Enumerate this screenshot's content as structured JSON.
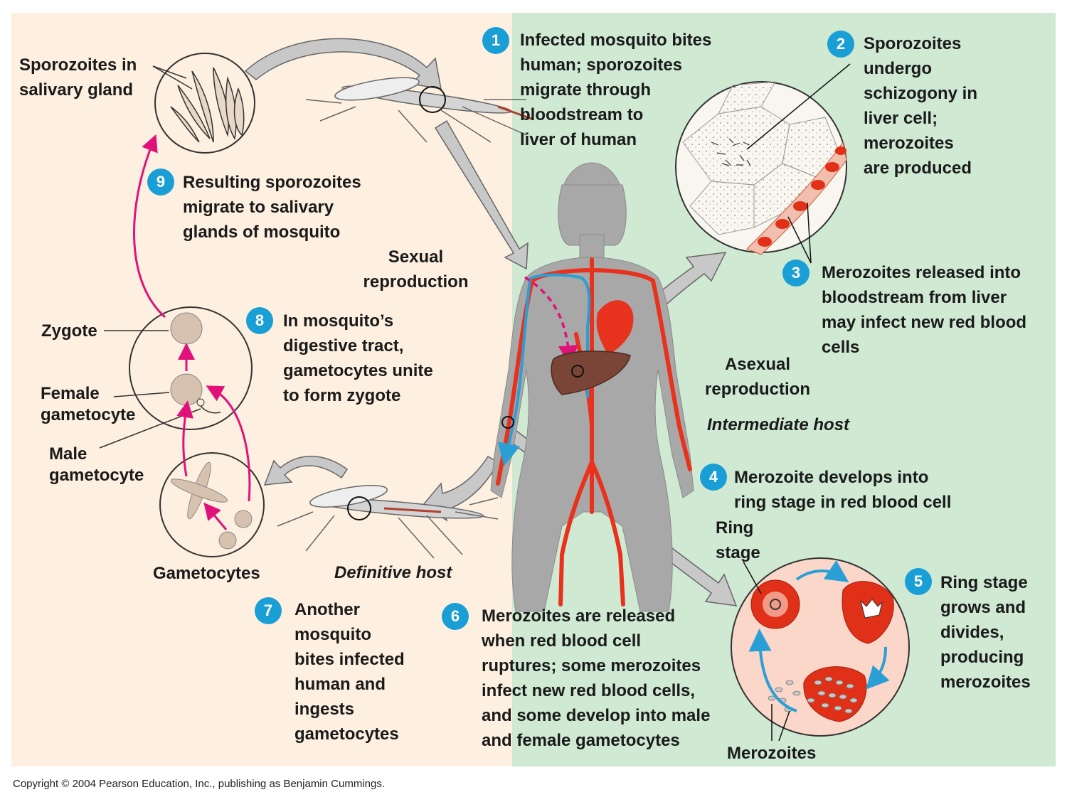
{
  "steps": [
    {
      "n": "1",
      "text": "Infected mosquito bites\nhuman; sporozoites\nmigrate through\nbloodstream to\nliver of human"
    },
    {
      "n": "2",
      "text": "Sporozoites\nundergo\nschizogony in\nliver cell;\nmerozoites\nare produced"
    },
    {
      "n": "3",
      "text": "Merozoites released into\nbloodstream from liver\nmay infect new red blood\ncells"
    },
    {
      "n": "4",
      "text": "Merozoite develops into\nring stage in red blood cell"
    },
    {
      "n": "5",
      "text": "Ring stage\ngrows and\ndivides,\nproducing\nmerozoites"
    },
    {
      "n": "6",
      "text": "Merozoites are released\nwhen red blood cell\nruptures; some merozoites\ninfect new red blood cells,\nand some develop into male\nand female gametocytes"
    },
    {
      "n": "7",
      "text": "Another\nmosquito\nbites infected\nhuman and\ningests\ngametocytes"
    },
    {
      "n": "8",
      "text": "In mosquito’s\ndigestive tract,\ngametocytes unite\nto form zygote"
    },
    {
      "n": "9",
      "text": "Resulting sporozoites\nmigrate to salivary\nglands of mosquito"
    }
  ],
  "labels": {
    "sporozoites_gland": "Sporozoites in\nsalivary gland",
    "sexual": "Sexual\nreproduction",
    "asexual": "Asexual\nreproduction",
    "intermediate_host": "Intermediate host",
    "definitive_host": "Definitive host",
    "zygote": "Zygote",
    "female_gametocyte": "Female\ngametocyte",
    "male_gametocyte": "Male\ngametocyte",
    "gametocytes": "Gametocytes",
    "ring_stage": "Ring\nstage",
    "merozoites": "Merozoites"
  },
  "copyright": "Copyright © 2004 Pearson Education, Inc., publishing as Benjamin Cummings.",
  "colors": {
    "sexual_bg": "#fdf0e0",
    "asexual_bg": "#cfe9d3",
    "step_badge": "#1a9ed6",
    "blood_red": "#e8321e",
    "vein_blue": "#2a9fd6",
    "magenta_arrow": "#e0127a",
    "body_gray": "#a8a8a8"
  }
}
